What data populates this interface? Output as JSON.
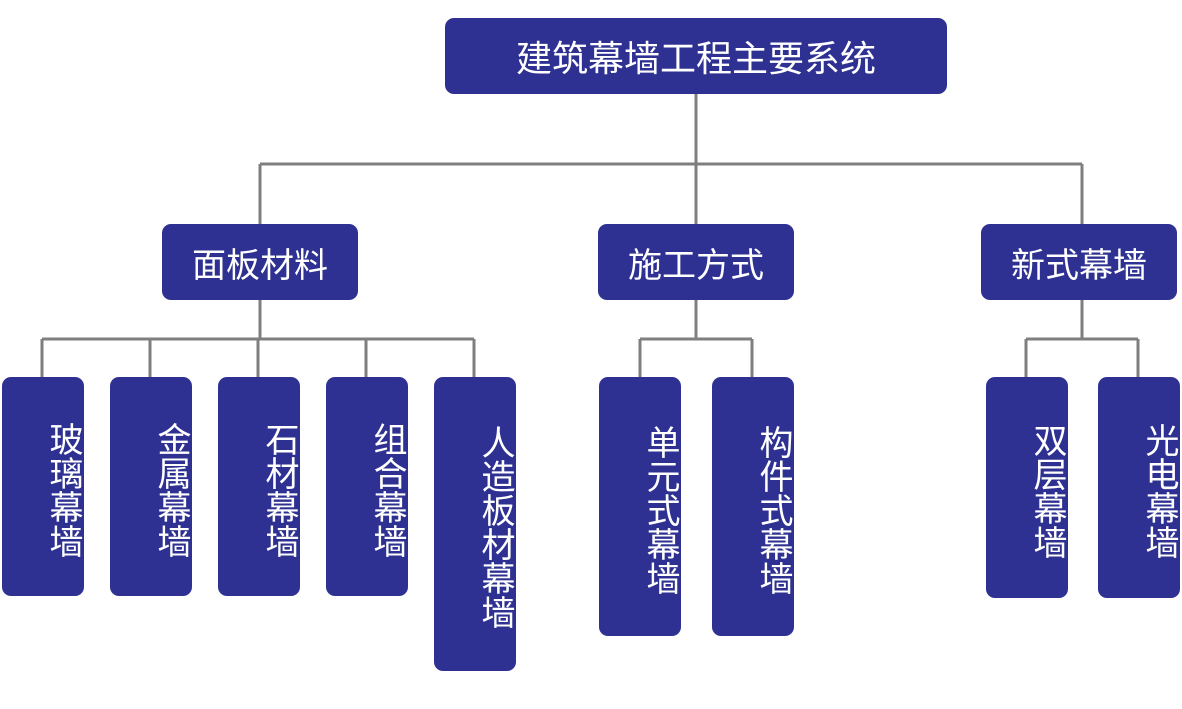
{
  "diagram": {
    "root": {
      "label": "建筑幕墙工程主要系统"
    },
    "categories": [
      {
        "label": "面板材料",
        "children": [
          {
            "label": "玻璃幕墙"
          },
          {
            "label": "金属幕墙"
          },
          {
            "label": "石材幕墙"
          },
          {
            "label": "组合幕墙"
          },
          {
            "label": "人造板材幕墙"
          }
        ]
      },
      {
        "label": "施工方式",
        "children": [
          {
            "label": "单元式幕墙"
          },
          {
            "label": "构件式幕墙"
          }
        ]
      },
      {
        "label": "新式幕墙",
        "children": [
          {
            "label": "双层幕墙"
          },
          {
            "label": "光电幕墙"
          }
        ]
      }
    ]
  },
  "colors": {
    "node_fill": "#2e3192",
    "node_text": "#ffffff",
    "connector": "#7f7f7f"
  }
}
